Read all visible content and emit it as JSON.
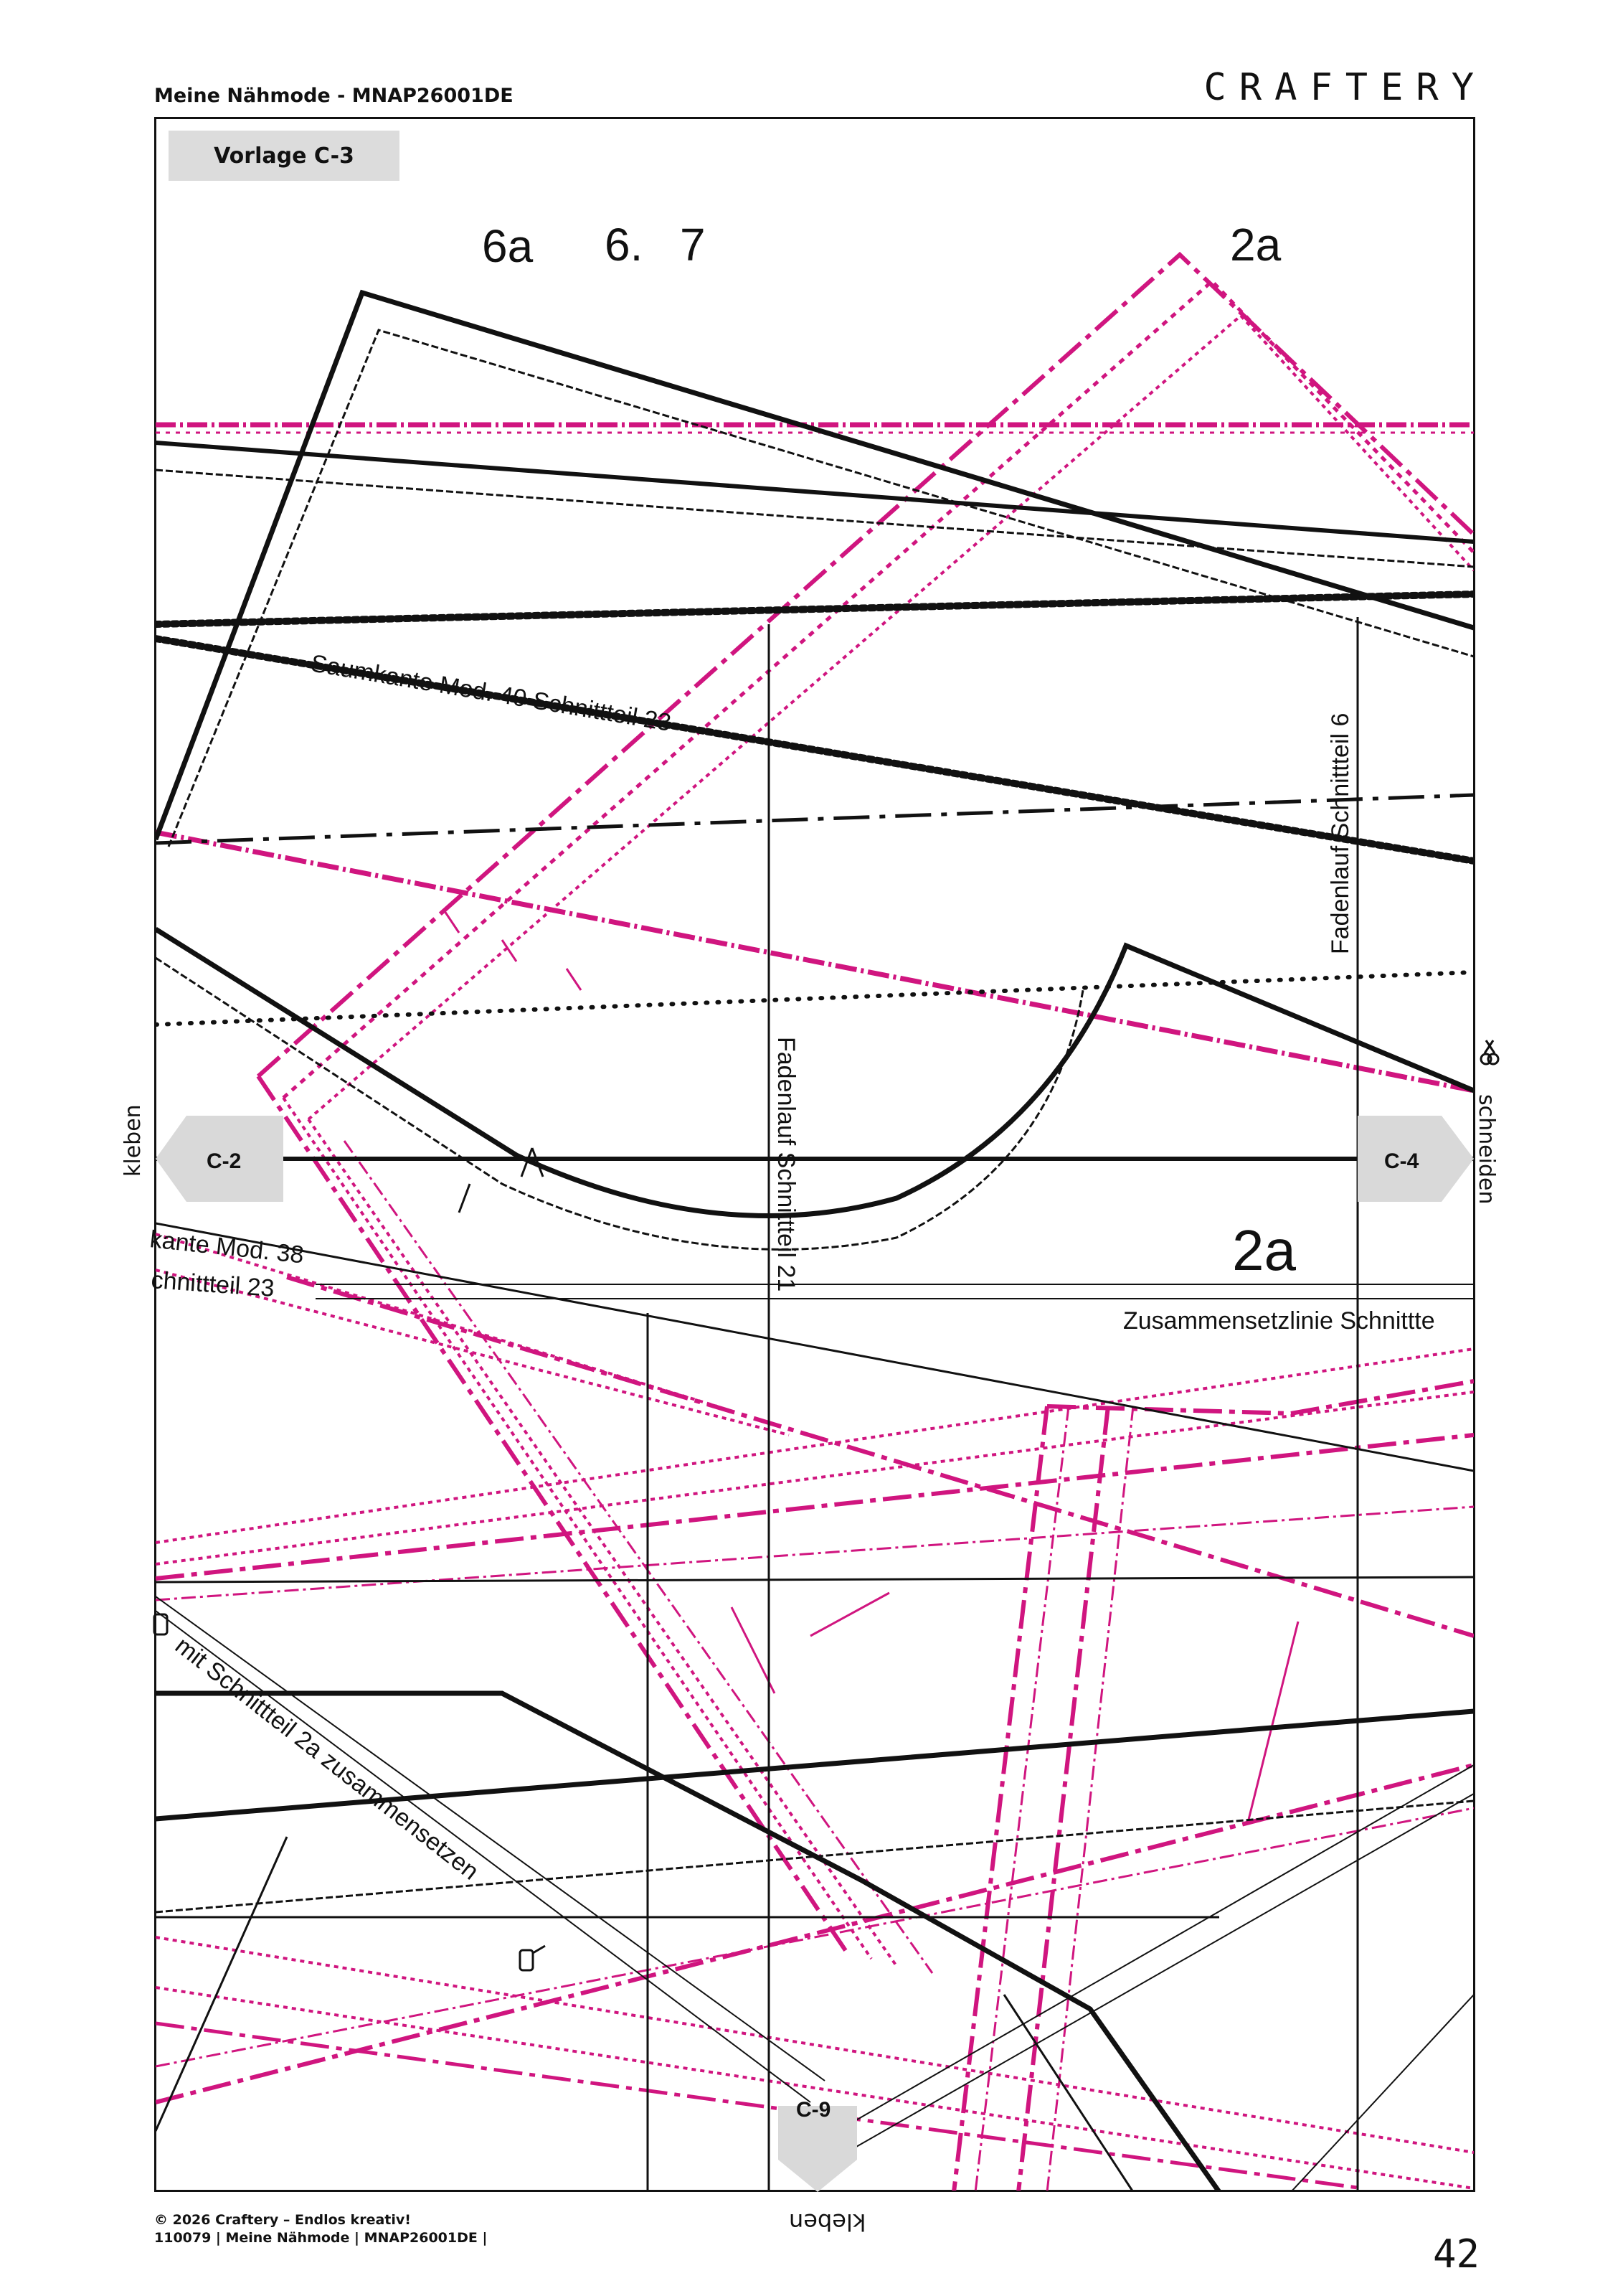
{
  "header": {
    "left_text": "Meine Nähmode - MNAP26001DE",
    "brand": "CRAFTERY"
  },
  "template_label": "Vorlage C-3",
  "piece_numbers": {
    "n6a": "6a",
    "n6": "6.",
    "n7": "7",
    "n2a_top": "2a",
    "n2a_mid": "2a"
  },
  "pattern_labels": {
    "saumkante_40": "Saumkante Mod. 40 Schnittteil 23",
    "saumkante_38_a": "kante Mod. 38",
    "saumkante_38_b": "chnittteil 23",
    "fadenlauf_6": "Fadenlauf Schnittteil 6",
    "fadenlauf_21": "Fadenlauf Schnittteil 21",
    "zusammensetz": "Zusammensetzlinie Schnittte",
    "mit_schnittteil": "mit Schnittteil 2a zusammensetzen"
  },
  "connectors": {
    "left": "C-2",
    "right": "C-4",
    "bottom": "C-9"
  },
  "side_labels": {
    "left": "kleben",
    "right": "schneiden",
    "bottom": "kleben"
  },
  "footer": {
    "line1": "© 2026 Craftery – Endlos kreativ!",
    "line2": "110079 | Meine Nähmode | MNAP26001DE |"
  },
  "page_number": "42",
  "colors": {
    "magenta": "#d0157f",
    "black": "#111111",
    "connector_gray": "#d9d9d9"
  }
}
